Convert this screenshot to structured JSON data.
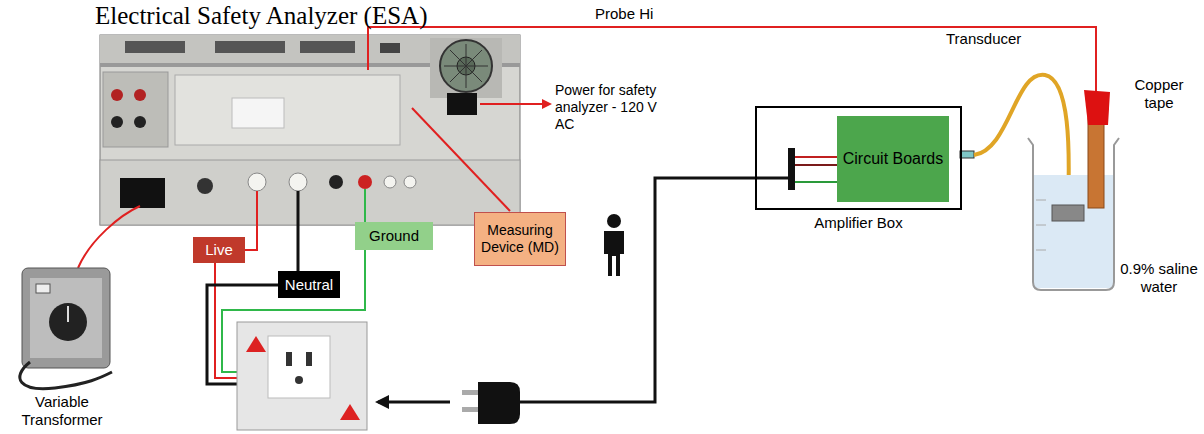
{
  "diagram": {
    "title": "Electrical Safety Analyzer (ESA)",
    "nodes": [
      {
        "text": [
          "Live"
        ]
      },
      {
        "text": [
          "Neutral"
        ]
      },
      {
        "text": [
          "Ground"
        ]
      },
      {
        "text": [
          "Measuring Device (MD)"
        ]
      },
      {
        "text": [
          "Amplifier Box"
        ]
      },
      {
        "text": [
          "Circuit Boards"
        ],
        "in": 4
      }
    ],
    "labels": [
      "Probe Hi",
      "Power for safety analyzer - 120 V AC",
      "Transducer",
      "Copper tape",
      "0.9% saline water",
      "Variable Transformer"
    ]
  }
}
